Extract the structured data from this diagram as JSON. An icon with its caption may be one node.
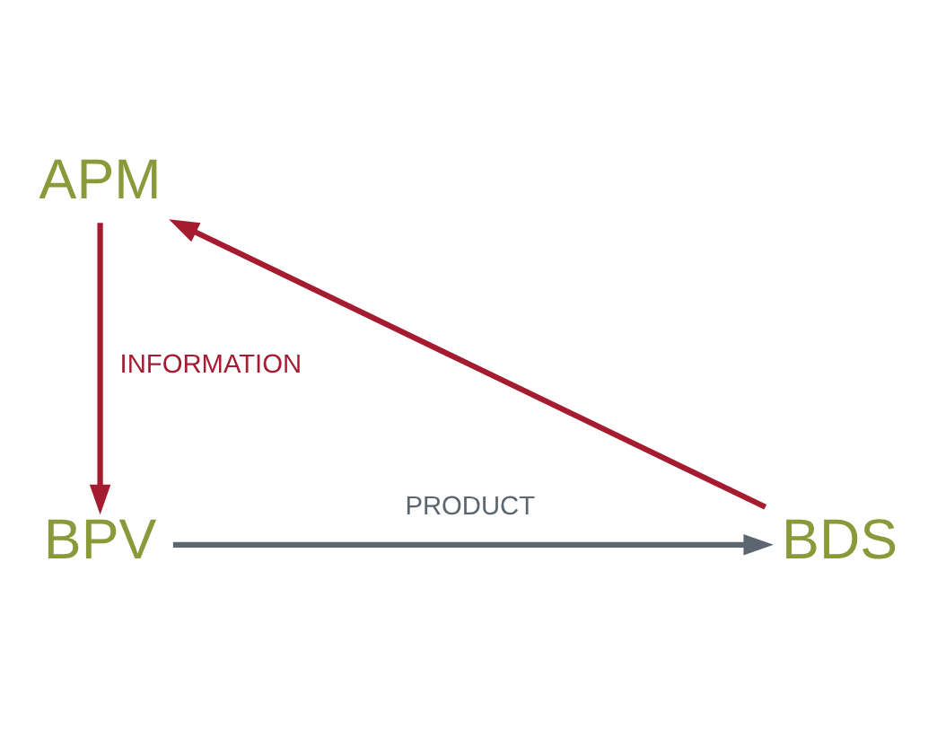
{
  "diagram": {
    "nodes": [
      {
        "text": [
          "APM"
        ]
      },
      {
        "text": [
          "BPV"
        ]
      },
      {
        "text": [
          "BDS"
        ]
      }
    ],
    "edges": [
      {
        "from": 2,
        "to": 0,
        "arrow": "to"
      },
      {
        "from": 0,
        "to": 1,
        "arrow": "to",
        "label": "INFORMATION"
      },
      {
        "from": 1,
        "to": 2,
        "arrow": "to",
        "label": "PRODUCT",
        "color": "#5b6670"
      }
    ]
  }
}
